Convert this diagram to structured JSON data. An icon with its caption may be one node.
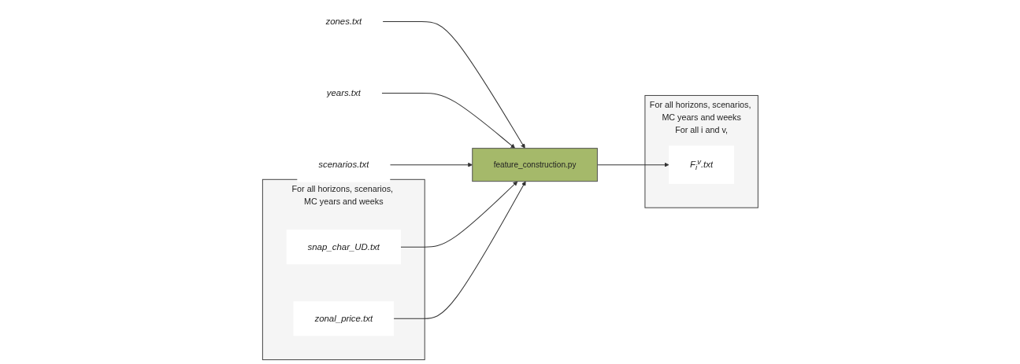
{
  "diagram": {
    "nodes": [
      {
        "text": [
          "zones.txt"
        ]
      },
      {
        "text": [
          "years.txt"
        ]
      },
      {
        "text": [
          "scenarios.txt"
        ]
      },
      {
        "text": [
          "For all horizons, scenarios, MC years and weeks"
        ]
      },
      {
        "text": [
          "snap_char_UD.txt"
        ],
        "in": 3
      },
      {
        "text": [
          "zonal_price.txt"
        ],
        "in": 3
      },
      {
        "text": [
          "feature_construction.py"
        ]
      },
      {
        "text": [
          "For all horizons, scenarios, MC years and weeks",
          "For all i and v,"
        ]
      },
      {
        "text": [
          "F$_{i}$$^{v}$.txt"
        ],
        "in": 7
      }
    ],
    "edges": [
      {
        "from": 0,
        "to": 6,
        "arrow": "to"
      },
      {
        "from": 1,
        "to": 6,
        "arrow": "to"
      },
      {
        "from": 2,
        "to": 6,
        "arrow": "to"
      },
      {
        "from": 4,
        "to": 6,
        "arrow": "to"
      },
      {
        "from": 5,
        "to": 6,
        "arrow": "to"
      },
      {
        "from": 6,
        "to": 8,
        "arrow": "to"
      }
    ]
  }
}
